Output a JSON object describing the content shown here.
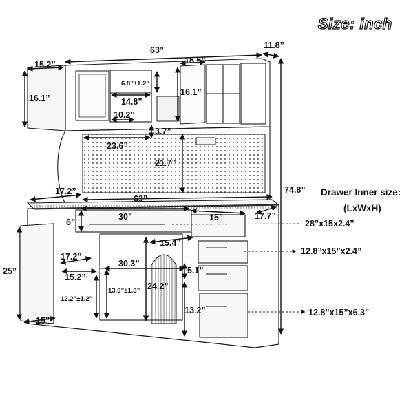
{
  "title": "Size: inch",
  "drawer_info": {
    "caption": "Drawer Inner size:",
    "units": "(LxWxH)",
    "sizes": [
      "28”x15x2.4”",
      "12.8”x15”x2.4”",
      "12.8”x15”x6.3”"
    ]
  },
  "dimensions": {
    "total_width_top": "63”",
    "top_depth": "11.8”",
    "upper_door_width": "15.2”",
    "upper_door_height": "16.1”",
    "shelf_height": "6.8”±1.2”",
    "shelf_width": "14.8”",
    "upper_right_width": "15.5”",
    "upper_right_height": "16.1”",
    "small_shelf_width": "10.2”",
    "pegboard_gap": "3.7”",
    "pegboard_width": "23.6”",
    "pegboard_height": "21.7”",
    "total_height": "74.8”",
    "counter_depth_left": "17.2”",
    "counter_width": "63”",
    "counter_depth_right": "17.7”",
    "top_drawer_height": "6”",
    "top_drawer_width": "30”",
    "side_drawer_width": "15”",
    "right_drawer_width": "15.4”",
    "left_cabinet_height": "25”",
    "left_inner_depth": "17.2”",
    "left_inner_width": "15.2”",
    "left_shelf_height": "12.2”±1.2”",
    "left_bottom_width": "15”",
    "middle_open_width": "30.3”",
    "middle_shelf_height": "13.6”±1.3”",
    "middle_height": "24.2”",
    "drawer_small_height": "5.1”",
    "bottom_drawer_height": "13.2”"
  }
}
